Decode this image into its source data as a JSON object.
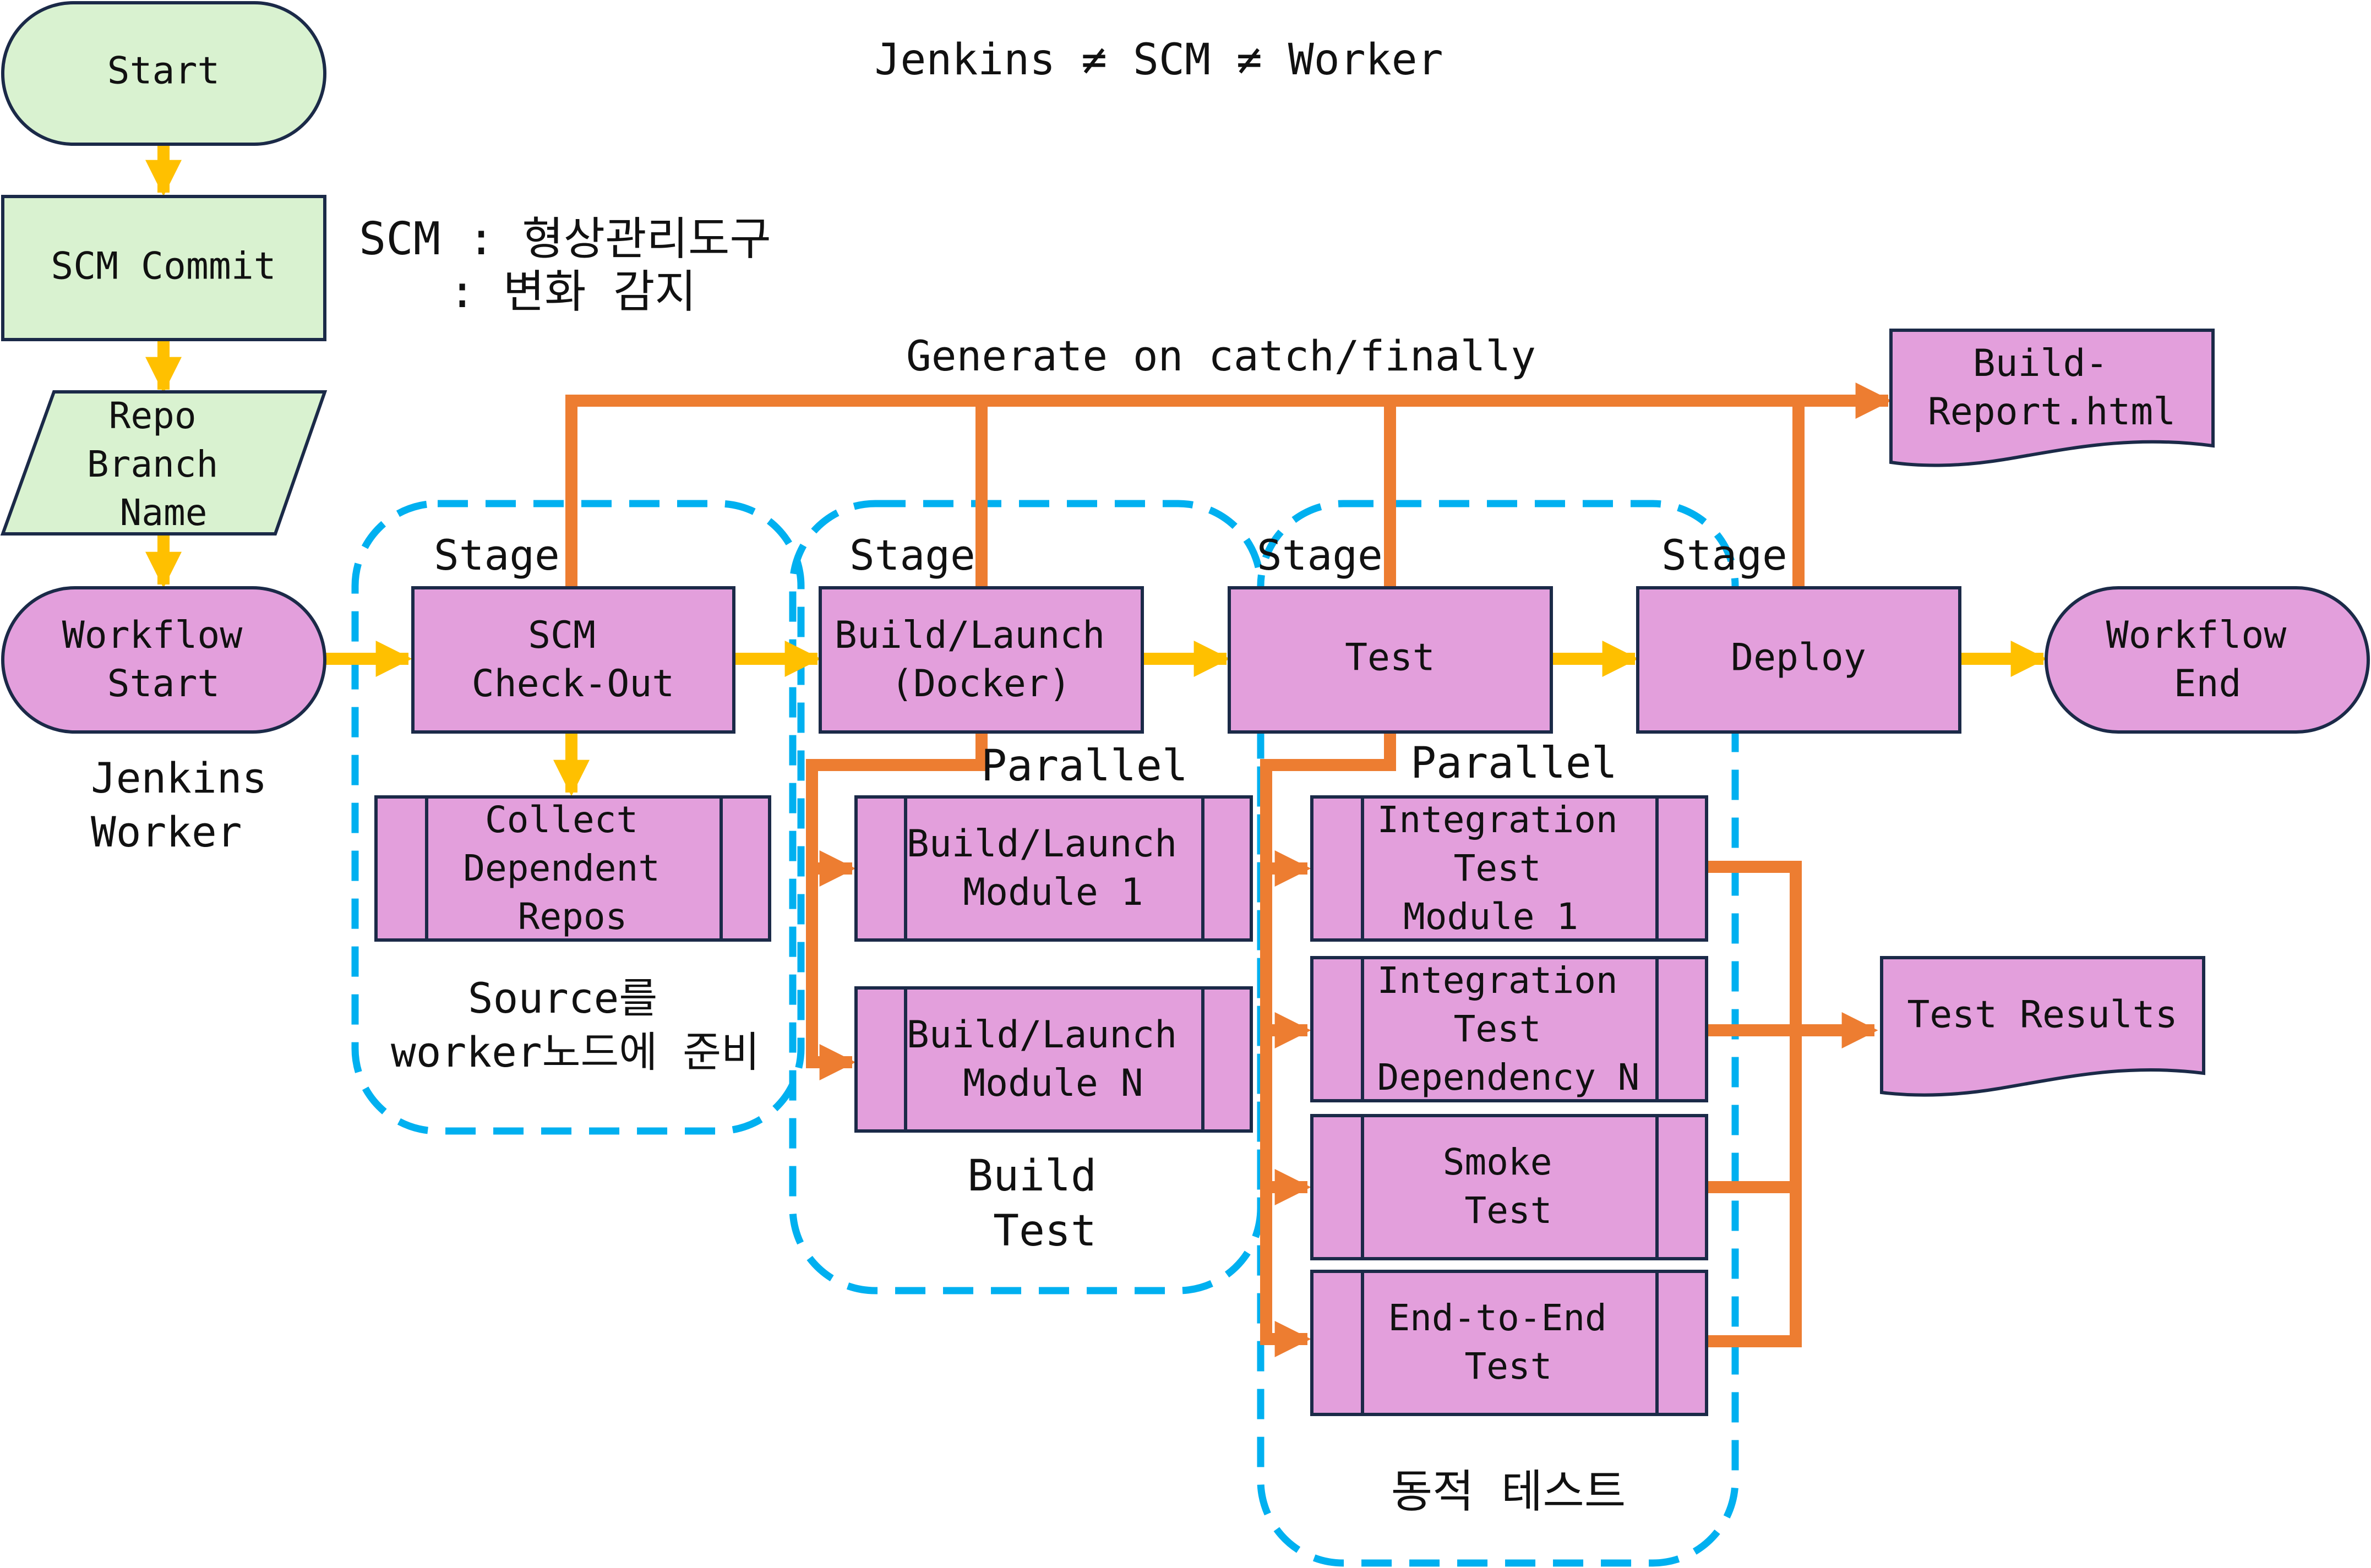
{
  "title": "Jenkins ≠ SCM ≠ Worker",
  "colors": {
    "green_fill": "#d9f2d0",
    "pink_fill": "#e39fdc",
    "stroke_dark": "#1b2a48",
    "yellow_arrow": "#ffc000",
    "orange_arrow": "#ed7d31",
    "dashed_blue": "#00b0f0"
  },
  "left_flow": {
    "start": "Start",
    "scm_commit": "SCM Commit",
    "repo_lines": [
      "Repo",
      "Branch",
      "Name"
    ],
    "workflow_start_lines": [
      "Workflow",
      "Start"
    ],
    "jenkins_worker_lines": [
      "Jenkins",
      "Worker"
    ]
  },
  "scm_note": {
    "line1": "SCM : 형상관리도구",
    "line2": ": 변화 감지"
  },
  "generate_label": "Generate on catch/finally",
  "build_report_lines": [
    "Build-",
    "Report.html"
  ],
  "stages": {
    "stage_label": "Stage",
    "scm_checkout_lines": [
      "SCM",
      "Check-Out"
    ],
    "build_launch_lines": [
      "Build/Launch",
      "(Docker)"
    ],
    "test": "Test",
    "deploy": "Deploy",
    "workflow_end_lines": [
      "Workflow",
      "End"
    ]
  },
  "collect_lines": [
    "Collect",
    "Dependent",
    "Repos"
  ],
  "source_group_lines": [
    "Source를",
    "worker노드에 준비"
  ],
  "parallel_label": "Parallel",
  "build_modules": {
    "module1_lines": [
      "Build/Launch",
      "Module 1"
    ],
    "moduleN_lines": [
      "Build/Launch",
      "Module N"
    ],
    "group_label_lines": [
      "Build",
      "Test"
    ]
  },
  "test_modules": {
    "integration1_lines": [
      "Integration",
      "Test",
      "Module 1"
    ],
    "integrationN_lines": [
      "Integration",
      "Test",
      "Dependency N"
    ],
    "smoke_lines": [
      "Smoke",
      "Test"
    ],
    "e2e_lines": [
      "End-to-End",
      "Test"
    ],
    "group_label": "동적 테스트"
  },
  "test_results": "Test Results"
}
